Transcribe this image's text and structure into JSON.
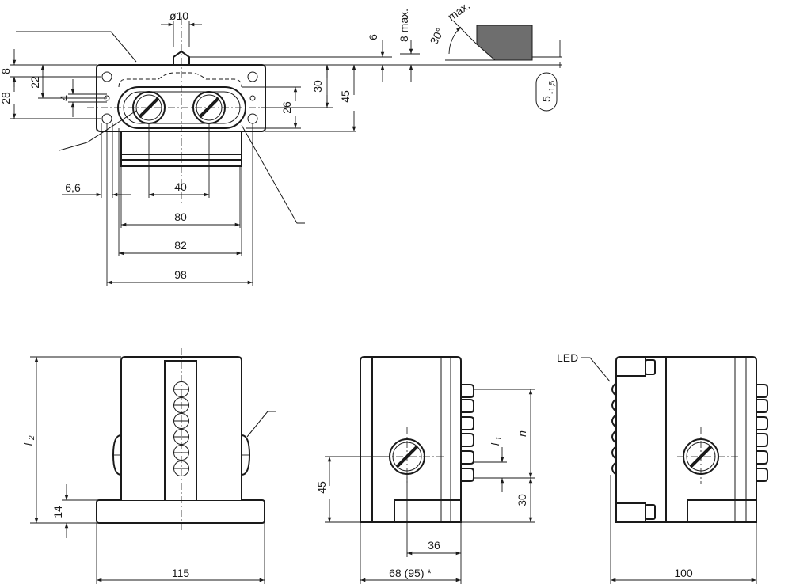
{
  "top_view": {
    "dims": {
      "d10": "ø10",
      "h6": "6",
      "h8max": "8 max.",
      "angle30": "30°",
      "max": "max.",
      "stroke_base": "5",
      "stroke_tol": "-1,5",
      "v8": "8",
      "v28": "28",
      "v22": "22",
      "v4": "4",
      "v30": "30",
      "v45": "45",
      "v26": "26",
      "h6_6": "6,6",
      "h40": "40",
      "h80": "80",
      "h82": "82",
      "h98": "98"
    }
  },
  "front_view": {
    "dims": {
      "l2": "l",
      "l2_sub": "2",
      "h14": "14",
      "w115": "115"
    }
  },
  "side_view": {
    "dims": {
      "h45": "45",
      "l1": "l",
      "l1_sub": "1",
      "n": "n",
      "h30": "30",
      "w36": "36",
      "w68": "68 (95) *"
    }
  },
  "rear_view": {
    "dims": {
      "led": "LED",
      "w100": "100"
    }
  }
}
